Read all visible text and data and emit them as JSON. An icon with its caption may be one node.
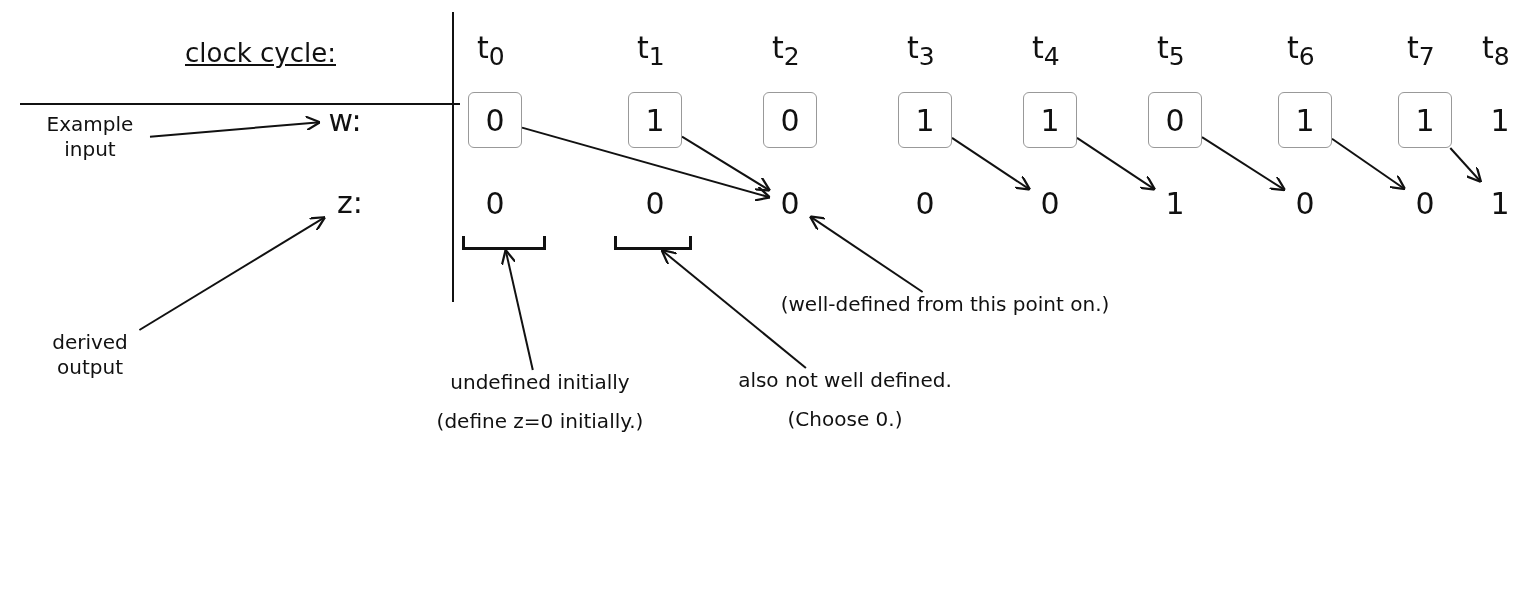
{
  "diagram": {
    "nodes": [
      {
        "text": [
          "Example input"
        ]
      },
      {
        "text": [
          "w:"
        ]
      },
      {
        "text": [
          "0"
        ]
      },
      {
        "text": [
          "1"
        ]
      },
      {
        "text": [
          "0"
        ]
      },
      {
        "text": [
          "1"
        ]
      },
      {
        "text": [
          "1"
        ]
      },
      {
        "text": [
          "0"
        ]
      },
      {
        "text": [
          "1"
        ]
      },
      {
        "text": [
          "1"
        ]
      },
      {
        "text": [
          "1"
        ]
      },
      {
        "text": [
          "derived output"
        ]
      },
      {
        "text": [
          "z:"
        ]
      },
      {
        "text": [
          "0"
        ]
      },
      {
        "text": [
          "0"
        ]
      },
      {
        "text": [
          "0"
        ]
      },
      {
        "text": [
          "0"
        ]
      },
      {
        "text": [
          "0"
        ]
      },
      {
        "text": [
          "1"
        ]
      },
      {
        "text": [
          "0"
        ]
      },
      {
        "text": [
          "0"
        ]
      },
      {
        "text": [
          "1"
        ]
      },
      {
        "text": [],
        "shape": "bracket"
      },
      {
        "text": [],
        "shape": "bracket"
      },
      {
        "text": [
          "(well-defined from this point on.)"
        ]
      },
      {
        "text": [
          "undefined initially",
          "(define z=0 initially.)"
        ]
      },
      {
        "text": [
          "also not well defined.",
          "(Choose 0.)"
        ]
      }
    ],
    "edges": [
      {
        "from": 0,
        "to": 1,
        "arrow": "to"
      },
      {
        "from": 11,
        "to": 12,
        "arrow": "to"
      },
      {
        "from": 2,
        "to": 15,
        "arrow": "to"
      },
      {
        "from": 3,
        "to": 15,
        "arrow": "to"
      },
      {
        "from": 5,
        "to": 17,
        "arrow": "to"
      },
      {
        "from": 6,
        "to": 18,
        "arrow": "to"
      },
      {
        "from": 7,
        "to": 19,
        "arrow": "to"
      },
      {
        "from": 8,
        "to": 20,
        "arrow": "to"
      },
      {
        "from": 9,
        "to": 21,
        "arrow": "to"
      },
      {
        "from": 25,
        "to": 22,
        "arrow": "to"
      },
      {
        "from": 26,
        "to": 23,
        "arrow": "to"
      },
      {
        "from": 24,
        "to": 15,
        "arrow": "to"
      }
    ],
    "labels": [
      "clock cycle:",
      "t$_{0}$",
      "t$_{1}$",
      "t$_{2}$",
      "t$_{3}$",
      "t$_{4}$",
      "t$_{5}$",
      "t$_{6}$",
      "t$_{7}$",
      "t$_{8}$"
    ]
  }
}
